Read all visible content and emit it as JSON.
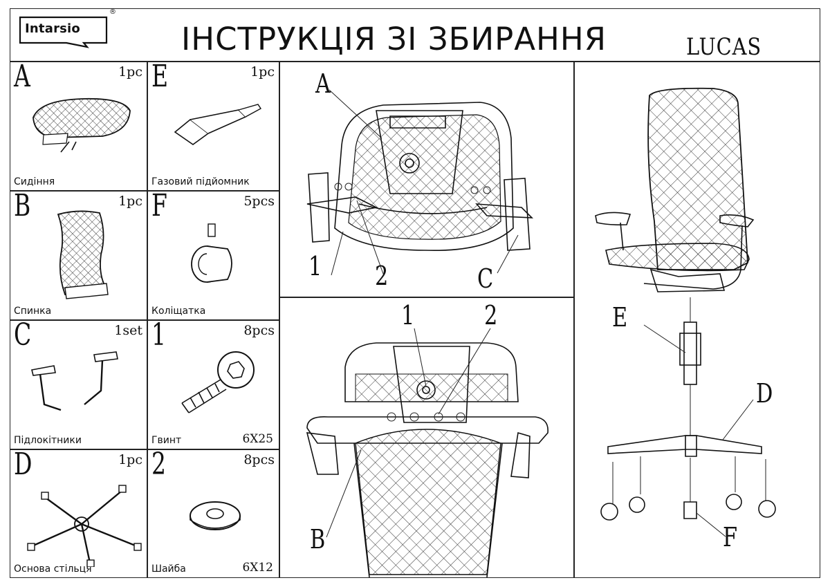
{
  "header": {
    "logo": "Intarsio",
    "logo_mark": "®",
    "title": "ІНСТРУКЦІЯ ЗІ ЗБИРАННЯ",
    "model": "LUCAS"
  },
  "parts": [
    {
      "letter": "A",
      "qty": "1pc",
      "name": "Сидіння",
      "size": "",
      "icon": "seat-icon"
    },
    {
      "letter": "E",
      "qty": "1pc",
      "name": "Газовий підйомник",
      "size": "",
      "icon": "gas-lift-icon"
    },
    {
      "letter": "B",
      "qty": "1pc",
      "name": "Спинка",
      "size": "",
      "icon": "backrest-icon"
    },
    {
      "letter": "F",
      "qty": "5pcs",
      "name": "Коліщатка",
      "size": "",
      "icon": "caster-icon"
    },
    {
      "letter": "C",
      "qty": "1set",
      "name": "Підлокітники",
      "size": "",
      "icon": "armrests-icon"
    },
    {
      "letter": "1",
      "qty": "8pcs",
      "name": "Гвинт",
      "size": "6X25",
      "icon": "screw-icon"
    },
    {
      "letter": "D",
      "qty": "1pc",
      "name": "Основа стільця",
      "size": "",
      "icon": "base-icon"
    },
    {
      "letter": "2",
      "qty": "8pcs",
      "name": "Шайба",
      "size": "6X12",
      "icon": "washer-icon"
    }
  ],
  "diagrams": {
    "step1": {
      "labels": [
        "A",
        "1",
        "2",
        "C"
      ]
    },
    "step2": {
      "labels": [
        "1",
        "2",
        "B"
      ]
    },
    "step3": {
      "labels": [
        "E",
        "D",
        "F"
      ]
    }
  }
}
